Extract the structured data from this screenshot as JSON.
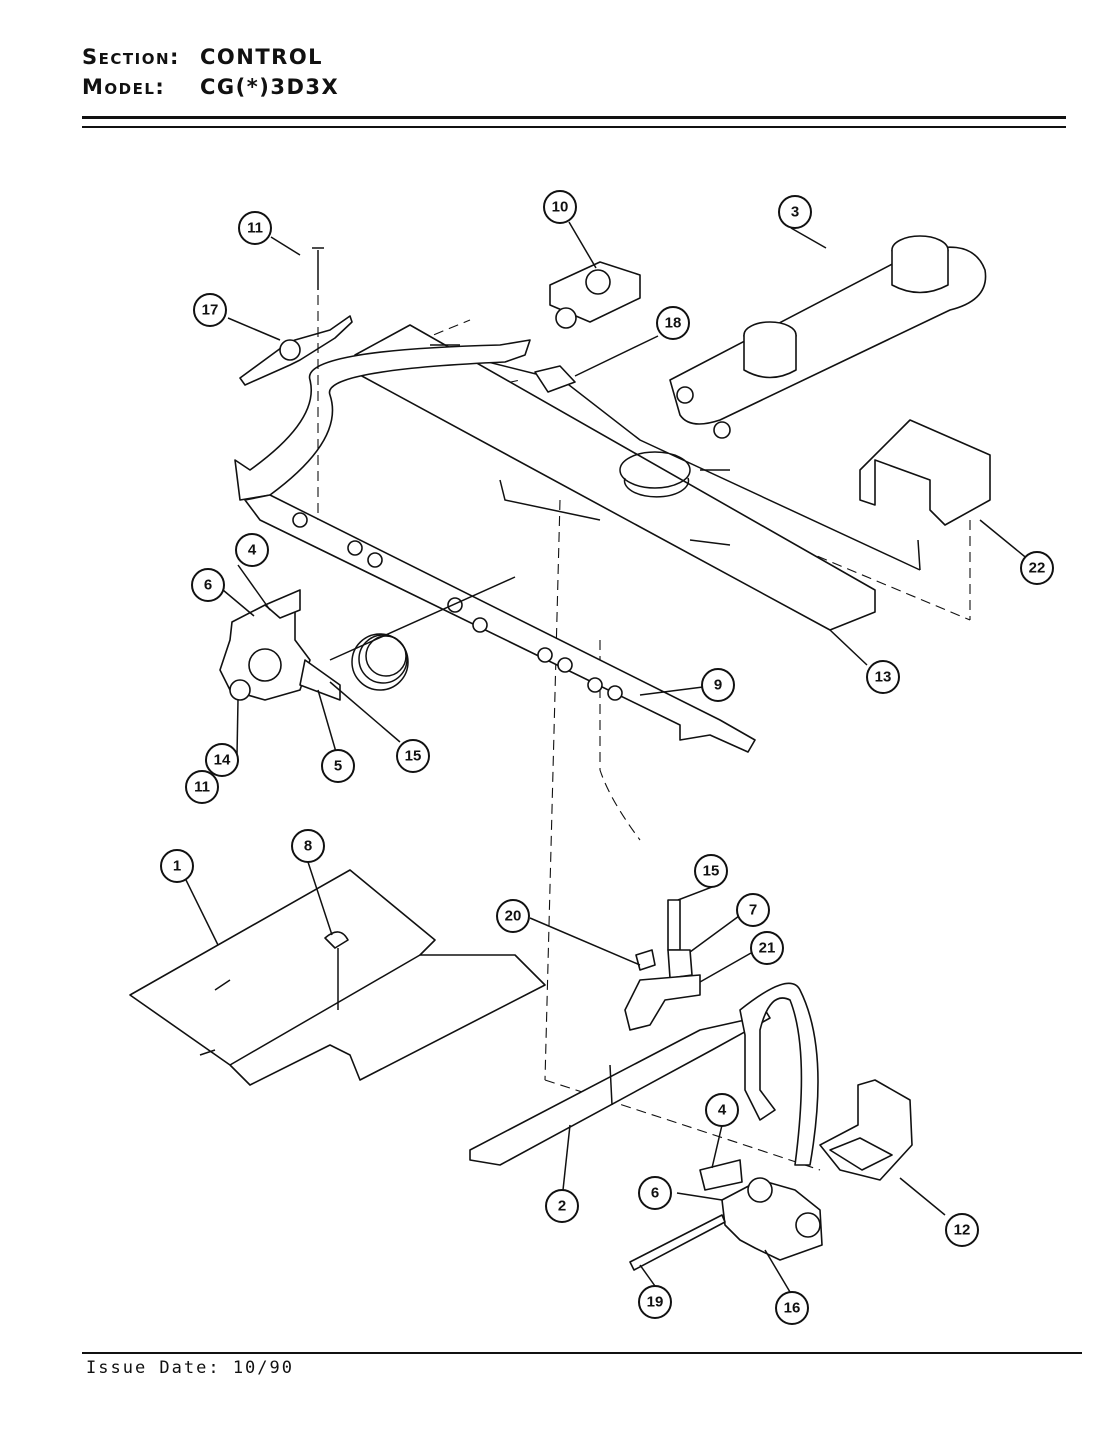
{
  "header": {
    "section_label": "Section:",
    "section_value": "CONTROL",
    "model_label": "Model:",
    "model_value": "CG(*)3D3X"
  },
  "footer": {
    "issue_date": "Issue Date: 10/90"
  },
  "callouts": [
    "1",
    "2",
    "3",
    "4",
    "4",
    "5",
    "6",
    "6",
    "7",
    "8",
    "9",
    "10",
    "11",
    "11",
    "12",
    "13",
    "14",
    "15",
    "15",
    "16",
    "17",
    "18",
    "19",
    "20",
    "21",
    "22"
  ]
}
